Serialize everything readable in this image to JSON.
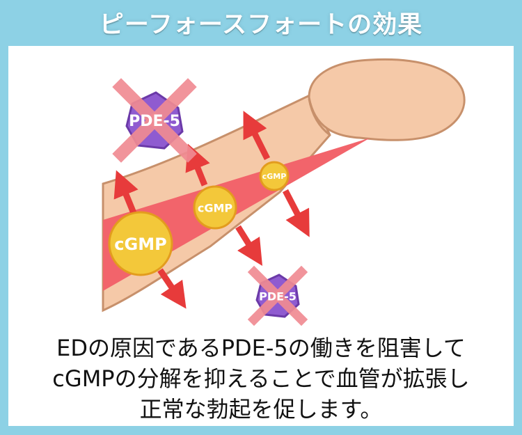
{
  "title": "ピーフォースフォートの効果",
  "labels": {
    "pde_top": "PDE-5",
    "pde_bottom": "PDE-5",
    "cgmp_large": "cGMP",
    "cgmp_medium": "cGMP",
    "cgmp_small": "cGMP"
  },
  "caption": {
    "line1": "EDの原因であるPDE-5の働きを阻害して",
    "line2": "cGMPの分解を抑えることで血管が拡張し",
    "line3": "正常な勃起を促します。"
  },
  "colors": {
    "header_bg": "#8dd1e5",
    "skin": "#f5c9a8",
    "skin_outline": "#c7906b",
    "vessel": "#f2646b",
    "cgmp": "#f3c83a",
    "pde5": "#8f5bd0",
    "cross": "#f08b93",
    "arrow": "#e73b3b"
  }
}
